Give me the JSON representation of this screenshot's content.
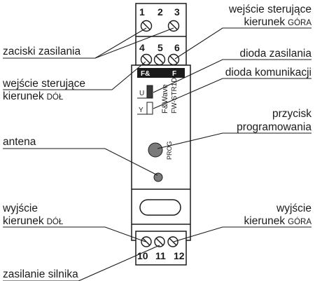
{
  "terminals": {
    "top_row": [
      "1",
      "2",
      "3"
    ],
    "mid_row": [
      "4",
      "5",
      "6"
    ],
    "bottom_row": [
      "10",
      "11",
      "12"
    ]
  },
  "labels": {
    "supply_terminals": "zaciski zasilania",
    "control_input_up_line1": "wejście sterujące",
    "control_input_up_dir": "kierunek",
    "control_input_up_dir_sc": "GÓRA",
    "supply_led": "dioda zasilania",
    "comm_led": "dioda komunikacji",
    "control_input_down_line1": "wejście sterujące",
    "control_input_down_dir": "kierunek",
    "control_input_down_dir_sc": "DÓŁ",
    "prog_button_line1": "przycisk",
    "prog_button_line2": "programowania",
    "antenna": "antena",
    "output_down_line1": "wyjście",
    "output_down_dir": "kierunek",
    "output_down_dir_sc": "DÓŁ",
    "output_up_line1": "wyjście",
    "output_up_dir": "kierunek",
    "output_up_dir_sc": "GÓRA",
    "motor_supply": "zasilanie silnika"
  },
  "device": {
    "logo_left": "F&",
    "logo_right": "F",
    "brand": "F&Wave",
    "model": "FW-STR1D",
    "prog_label": "PROG",
    "led_u_label": "U",
    "antenna_symbol": "Y"
  },
  "colors": {
    "line": "#1a1a1a",
    "body": "#ffffff",
    "button": "#7a7a7a",
    "led_dark": "#3a3a3a"
  }
}
